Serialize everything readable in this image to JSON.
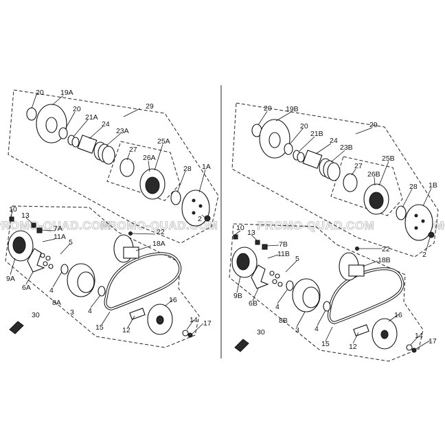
{
  "watermark": "PROMO-QUAD.COM",
  "panels": [
    {
      "id": "left",
      "labels": {
        "p20a": "20",
        "p19": "19A",
        "p20b": "20",
        "p21": "21A",
        "p24": "24",
        "p23": "23A",
        "p29": "29",
        "p25": "25A",
        "p27": "27",
        "p26": "26A",
        "p28": "28",
        "p1": "1A",
        "p10": "10",
        "p13": "13",
        "p7": "7A",
        "p11": "11A",
        "p5": "5",
        "p22": "22",
        "p18": "18A",
        "p2": "2",
        "p9": "9A",
        "p6": "6A",
        "p4a": "4",
        "p8": "8A",
        "p3": "3",
        "p4b": "4",
        "p16": "16",
        "p30": "30",
        "p15": "15",
        "p12": "12",
        "p14": "14",
        "p17": "17"
      }
    },
    {
      "id": "right",
      "labels": {
        "p20a": "20",
        "p19": "19B",
        "p20b": "20",
        "p21": "21B",
        "p24": "24",
        "p23": "23B",
        "p29": "29",
        "p25": "25B",
        "p27": "27",
        "p26": "26B",
        "p28": "28",
        "p1": "1B",
        "p10": "10",
        "p13": "13",
        "p7": "7B",
        "p11": "11B",
        "p5": "5",
        "p22": "22",
        "p18": "18B",
        "p2": "2",
        "p9": "9B",
        "p6": "6B",
        "p4a": "4",
        "p8": "8B",
        "p3": "3",
        "p4b": "4",
        "p16": "16",
        "p30": "30",
        "p15": "15",
        "p12": "12",
        "p14": "14",
        "p17": "17"
      }
    }
  ]
}
